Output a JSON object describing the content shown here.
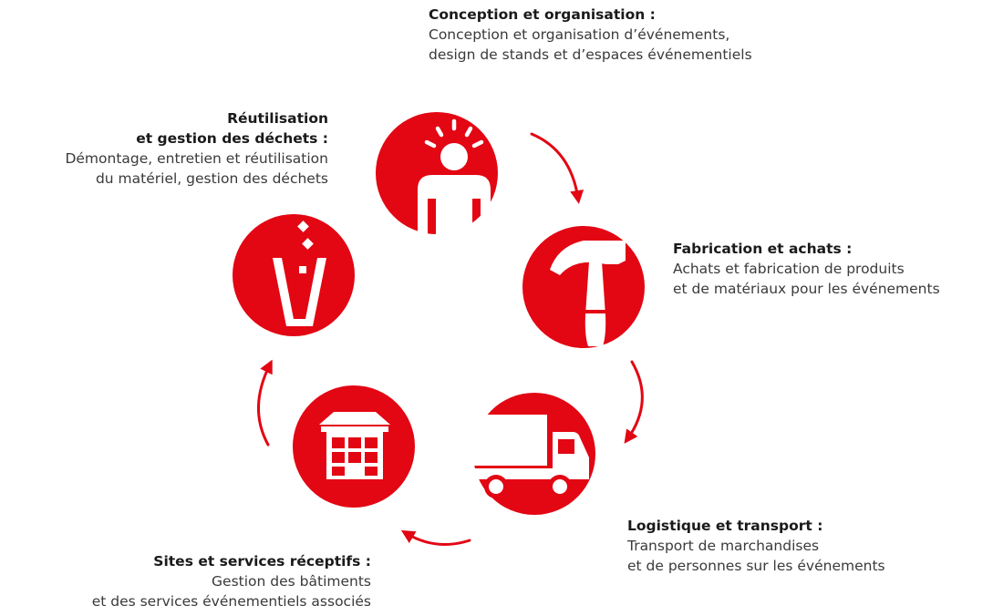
{
  "colors": {
    "accent": "#e30613",
    "icon": "#ffffff",
    "text": "#3a3a3a",
    "title": "#1a1a1a"
  },
  "stages": {
    "conception": {
      "icon": "person-idea-icon",
      "title": "Conception et organisation :",
      "desc1": "Conception et organisation d’événements,",
      "desc2": "design de stands et d’espaces événementiels"
    },
    "fabrication": {
      "icon": "hammer-icon",
      "title": "Fabrication et achats :",
      "desc1": "Achats et fabrication de produits",
      "desc2": "et de matériaux pour les événements"
    },
    "logistique": {
      "icon": "truck-icon",
      "title": "Logistique et transport :",
      "desc1": "Transport de marchandises",
      "desc2": "et de personnes sur les événements"
    },
    "sites": {
      "icon": "building-icon",
      "title": "Sites et services réceptifs :",
      "desc1": "Gestion des bâtiments",
      "desc2": "et des services événementiels associés"
    },
    "reutilisation": {
      "icon": "recycle-bin-icon",
      "title1": "Réutilisation",
      "title2": "et gestion des déchets :",
      "desc1": "Démontage, entretien et réutilisation",
      "desc2": "du matériel, gestion des déchets"
    }
  }
}
